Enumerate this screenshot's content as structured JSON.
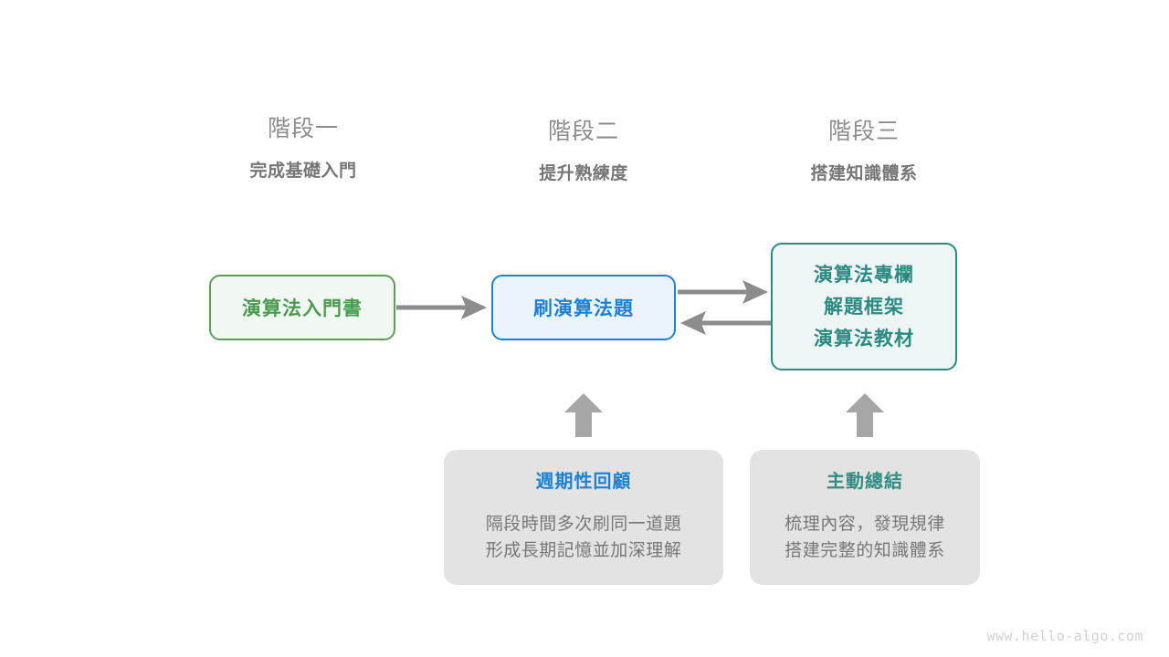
{
  "watermark": "www.hello-algo.com",
  "colors": {
    "green": "#4c9a52",
    "green_border": "#5d9e5d",
    "green_fill": "#f1f8f1",
    "blue": "#1f81d2",
    "blue_fill": "#e9f4fd",
    "teal": "#2d8a81",
    "teal_fill": "#edf6f5",
    "gray_card": "#e3e3e3",
    "gray_text": "#777777",
    "arrow_gray": "#8c8c8c"
  },
  "stages": [
    {
      "name": "階段一",
      "goal": "完成基礎入門"
    },
    {
      "name": "階段二",
      "goal": "提升熟練度"
    },
    {
      "name": "階段三",
      "goal": "搭建知識體系"
    }
  ],
  "nodes": {
    "book": {
      "label": "演算法入門書"
    },
    "practice": {
      "label": "刷演算法題"
    },
    "resources": {
      "lines": [
        "演算法專欄",
        "解題框架",
        "演算法教材"
      ]
    }
  },
  "tips": [
    {
      "title": "週期性回顧",
      "body_line1": "隔段時間多次刷同一道題",
      "body_line2": "形成長期記憶並加深理解"
    },
    {
      "title": "主動總結",
      "body_line1": "梳理內容，發現規律",
      "body_line2": "搭建完整的知識體系"
    }
  ]
}
